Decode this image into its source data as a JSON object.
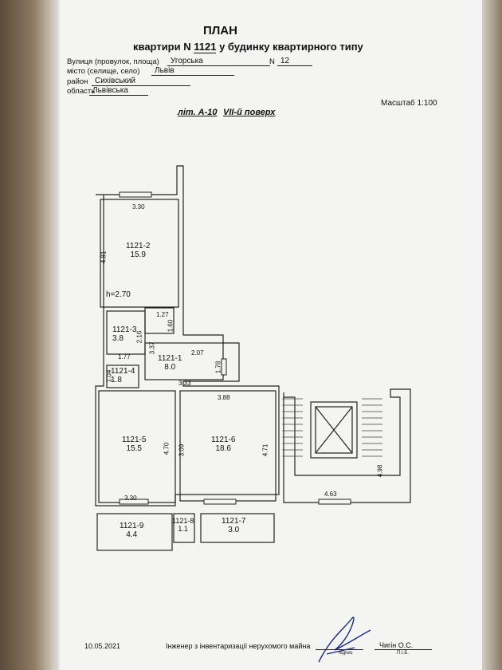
{
  "header": {
    "title": "ПЛАН",
    "subtitle_prefix": "квартири  N",
    "apartment_no": "1121",
    "subtitle_suffix": "у будинку квартирного типу"
  },
  "address": {
    "street_label": "Вулиця (провулок, площа)",
    "street_value": "Угорська",
    "number_label": "N",
    "number_value": "12",
    "city_label": "місто (селище, село)",
    "city_value": "Львів",
    "district_label": "район",
    "district_value": "Сихівський",
    "region_label": "область",
    "region_value": "Львівська"
  },
  "plan": {
    "scale": "Масштаб 1:100",
    "letter": "літ. А-10",
    "floor": "VII-й поверх"
  },
  "rooms": [
    {
      "id": "1121-2",
      "area": "15.9"
    },
    {
      "id": "1121-3",
      "area": "3.8"
    },
    {
      "id": "1121-1",
      "area": "8.0"
    },
    {
      "id": "1121-4",
      "area": "1.8"
    },
    {
      "id": "1121-5",
      "area": "15.5"
    },
    {
      "id": "1121-6",
      "area": "18.6"
    },
    {
      "id": "1121-9",
      "area": "4.4"
    },
    {
      "id": "1121-8",
      "area": "1.1"
    },
    {
      "id": "1121-7",
      "area": "3.0"
    }
  ],
  "dimensions": {
    "d1": "3.30",
    "d2": "4.81",
    "d3": "h=2.70",
    "d4": "1.27",
    "d5": "1.60",
    "d6": "2.16",
    "d7": "3.37",
    "d8": "1.77",
    "d9": "2.07",
    "d10": "1.78",
    "d11": "1.04",
    "d12": "3.33",
    "d13": "3.88",
    "d14": "3.09",
    "d15": "4.70",
    "d16": "4.71",
    "d17": "3.30",
    "d18": "4.63",
    "d19": "4.98"
  },
  "footer": {
    "date": "10.05.2021",
    "engineer": "Інженер з інвентаризації нерухомого майна",
    "signature_label": "підпис",
    "name": "Чигін О.С.",
    "name_label": "П.І.Б."
  }
}
